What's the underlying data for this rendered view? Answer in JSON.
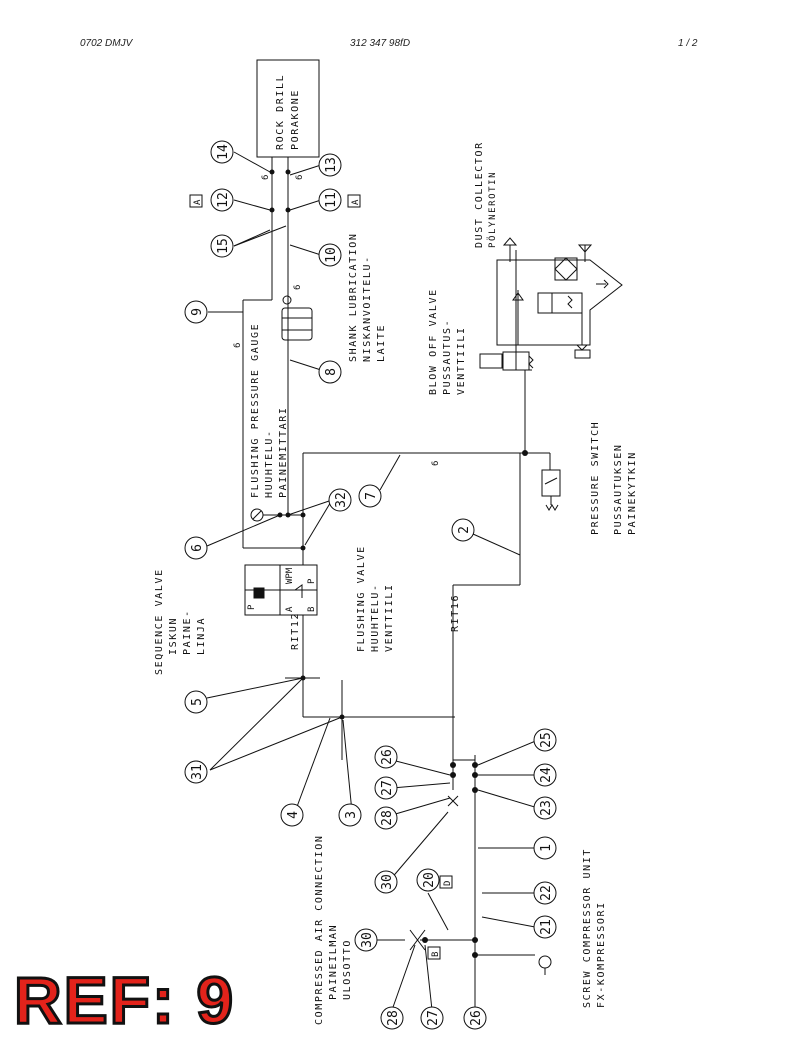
{
  "header": {
    "left": "0702 DMJV",
    "center": "312 347 98fD",
    "right": "1 /  2"
  },
  "ref_badge": "REF: 9",
  "labels": {
    "rock_drill_1": "ROCK DRILL",
    "rock_drill_2": "PORAKONE",
    "dust_1": "DUST COLLECTOR",
    "dust_2": "PÖLYNEROTIN",
    "shank_1": "SHANK LUBRICATION",
    "shank_2": "NISKANVOITELU-",
    "shank_3": "LAITE",
    "blow_1": "BLOW OFF VALVE",
    "blow_2": "PUSSAUTUS-",
    "blow_3": "VENTTIILI",
    "fpg_1": "FLUSHING PRESSURE GAUGE",
    "fpg_2": "HUUHTELU-",
    "fpg_3": "PAINEMITTARI",
    "ps_1": "PRESSURE SWITCH",
    "ps_2": "PUSSAUTUKSEN",
    "ps_3": "PAINEKYTKIN",
    "seq_1": "SEQUENCE VALVE",
    "seq_2": "ISKUN",
    "seq_3": "PAINE-",
    "seq_4": "LINJA",
    "fv_1": "FLUSHING VALVE",
    "fv_2": "HUUHTELU-",
    "fv_3": "VENTTIILI",
    "rit12": "RIT12",
    "rit16": "RIT16",
    "cac_1": "COMPRESSED AIR CONNECTION",
    "cac_2": "PAINEILMAN",
    "cac_3": "ULOSOTTO",
    "scu_1": "SCREW COMPRESSOR UNIT",
    "scu_2": "FX-KOMPRESSORI"
  },
  "valve_marks": {
    "p": "P",
    "wpm": "WPM",
    "a": "A",
    "b": "B"
  },
  "size_marks": {
    "s6": "6"
  },
  "boxes": {
    "a": "A",
    "b": "B",
    "d": "D"
  },
  "balloons": [
    "14",
    "13",
    "12",
    "11",
    "15",
    "10",
    "9",
    "8",
    "6",
    "32",
    "7",
    "2",
    "5",
    "31",
    "4",
    "3",
    "26",
    "25",
    "27",
    "24",
    "28",
    "23",
    "1",
    "30",
    "20",
    "22",
    "21",
    "30",
    "28",
    "27",
    "26"
  ]
}
